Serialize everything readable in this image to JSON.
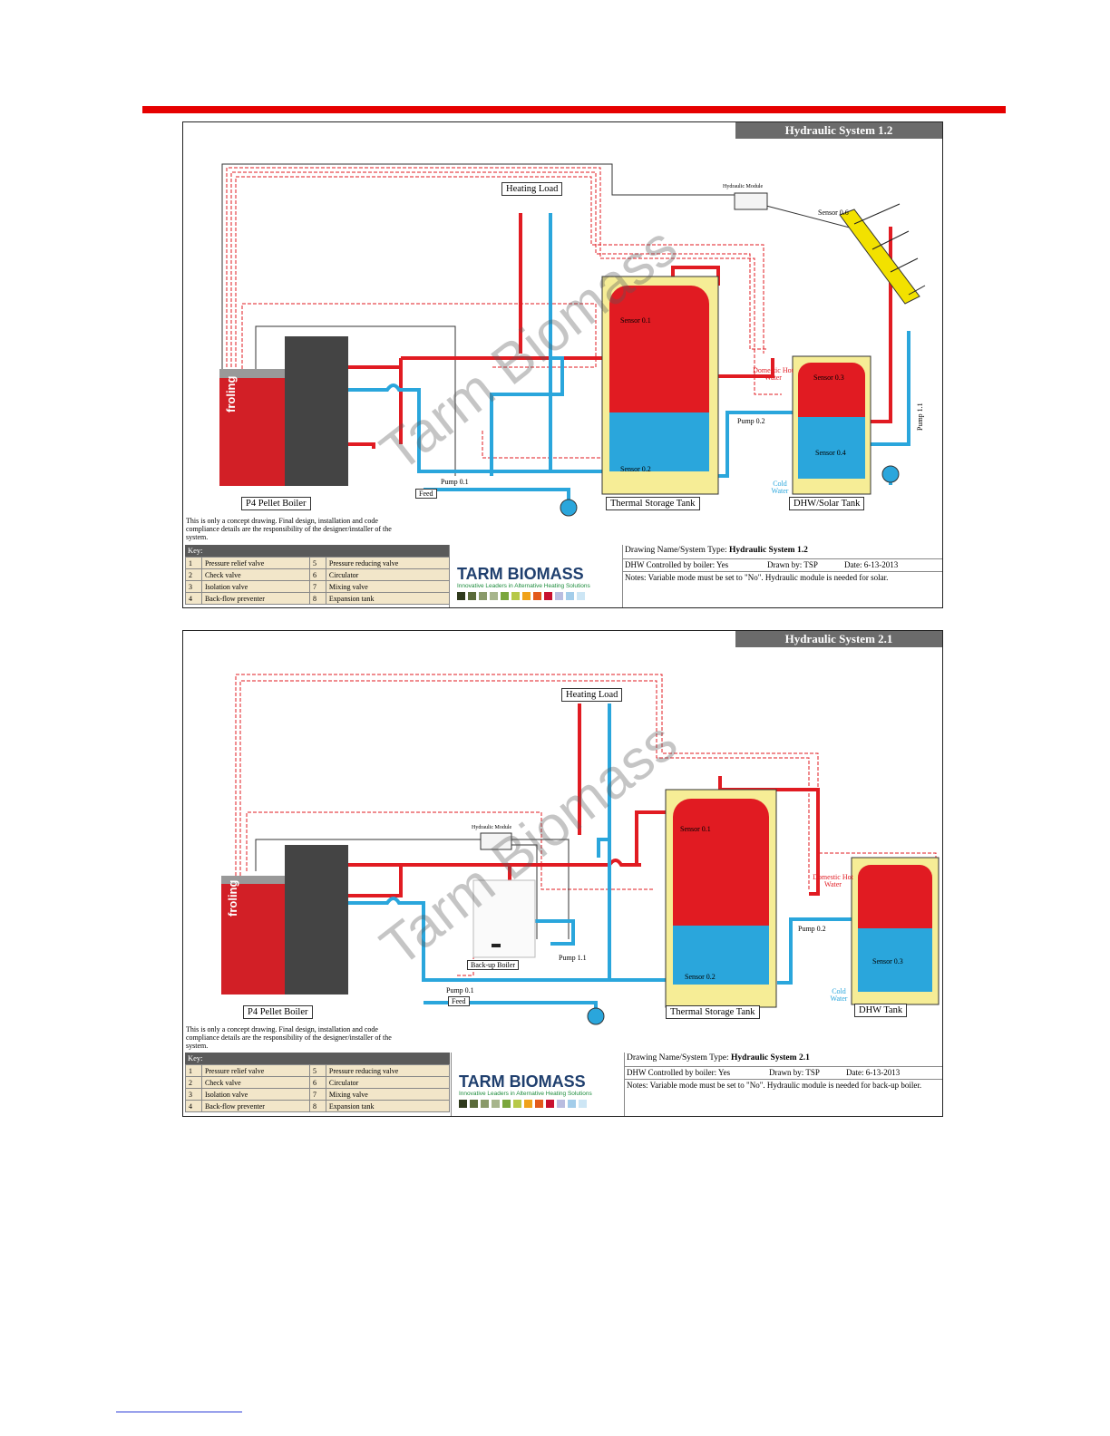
{
  "colors": {
    "accent": "#e60000",
    "hot": "#e11b22",
    "cold": "#2aa6dc",
    "dashed": "#e11b22"
  },
  "key": {
    "title": "Key:",
    "rows": [
      [
        "1",
        "Pressure relief valve",
        "5",
        "Pressure reducing valve"
      ],
      [
        "2",
        "Check valve",
        "6",
        "Circulator"
      ],
      [
        "3",
        "Isolation valve",
        "7",
        "Mixing valve"
      ],
      [
        "4",
        "Back-flow preventer",
        "8",
        "Expansion tank"
      ]
    ]
  },
  "logo": {
    "brand": "TARM BIOMASS",
    "tagline": "Innovative Leaders in Alternative Heating Solutions",
    "watermark": "Tarm Biomass"
  },
  "disclaimer": "This is only a concept drawing. Final design, installation and code compliance details are the responsibility of the designer/installer of the system.",
  "diagram1": {
    "title": "Hydraulic System 1.2",
    "labels": {
      "heating_load": "Heating Load",
      "hydraulic_module": "Hydraulic Module",
      "sensor06": "Sensor 0.6",
      "sensor01": "Sensor 0.1",
      "sensor02": "Sensor 0.2",
      "sensor03": "Sensor 0.3",
      "sensor04": "Sensor 0.4",
      "dhw": "Domestic Hot Water",
      "pump02": "Pump 0.2",
      "pump01": "Pump 0.1",
      "pump11": "Pump 1.1",
      "feed": "Feed",
      "cold": "Cold Water",
      "boiler": "P4 Pellet Boiler",
      "tank": "Thermal Storage Tank",
      "dhwtank": "DHW/Solar Tank",
      "froling": "froling"
    },
    "info": {
      "name_label": "Drawing Name/System Type:",
      "name": "Hydraulic System 1.2",
      "dhw": "DHW Controlled by boiler: Yes",
      "drawn": "Drawn by: TSP",
      "date": "Date: 6-13-2013",
      "notes": "Notes: Variable mode must be set to \"No\". Hydraulic module is needed for solar."
    }
  },
  "diagram2": {
    "title": "Hydraulic System 2.1",
    "labels": {
      "heating_load": "Heating Load",
      "hydraulic_module": "Hydraulic Module",
      "sensor01": "Sensor 0.1",
      "sensor02": "Sensor 0.2",
      "sensor03": "Sensor 0.3",
      "dhw": "Domestic Hot Water",
      "pump02": "Pump 0.2",
      "pump01": "Pump 0.1",
      "pump11": "Pump 1.1",
      "backup": "Back-up Boiler",
      "feed": "Feed",
      "cold": "Cold Water",
      "boiler": "P4 Pellet Boiler",
      "tank": "Thermal Storage Tank",
      "dhwtank": "DHW Tank",
      "froling": "froling"
    },
    "info": {
      "name_label": "Drawing Name/System Type:",
      "name": "Hydraulic System 2.1",
      "dhw": "DHW Controlled by boiler: Yes",
      "drawn": "Drawn by: TSP",
      "date": "Date: 6-13-2013",
      "notes": "Notes: Variable mode must be set to \"No\". Hydraulic module is needed for back-up boiler."
    }
  }
}
